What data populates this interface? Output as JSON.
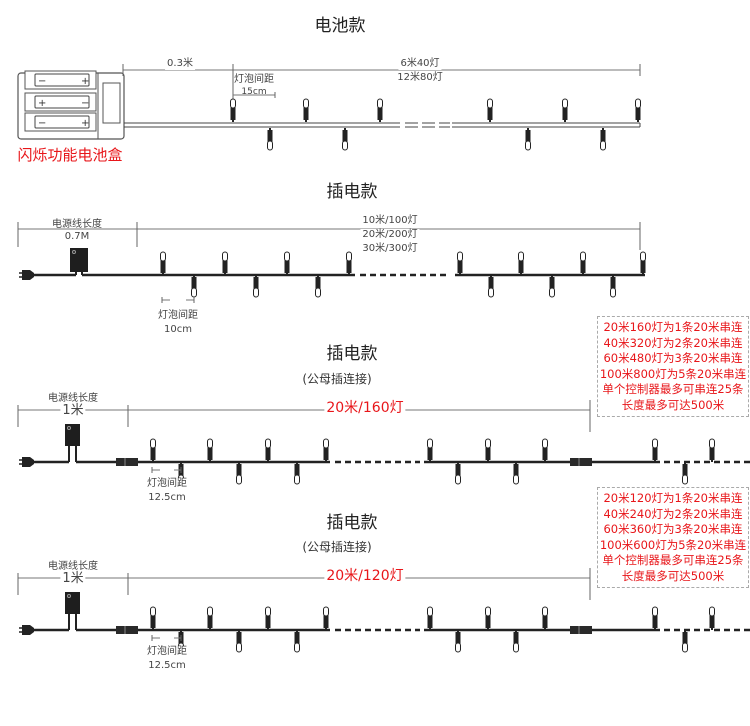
{
  "battery_section": {
    "title": "电池款",
    "lead_length": "0.3米",
    "length_line1": "6米40灯",
    "length_line2": "12米80灯",
    "spacing_label": "灯泡间距",
    "spacing_value": "15cm",
    "battery_box_label": "闪烁功能电池盒"
  },
  "plug_section": {
    "title": "插电款",
    "cord_label": "电源线长度",
    "cord_length": "0.7M",
    "length_options": [
      "10米/100灯",
      "20米/200灯",
      "30米/300灯"
    ],
    "spacing_label": "灯泡间距",
    "spacing_value": "10cm"
  },
  "connectable_160": {
    "title": "插电款",
    "subtitle": "(公母插连接)",
    "cord_label": "电源线长度",
    "cord_length": "1米",
    "length": "20米/160灯",
    "spacing_label": "灯泡间距",
    "spacing_value": "12.5cm",
    "notes": [
      "20米160灯为1条20米串连",
      "40米320灯为2条20米串连",
      "60米480灯为3条20米串连",
      "100米800灯为5条20米串连",
      "单个控制器最多可串连25条",
      "长度最多可达500米"
    ]
  },
  "connectable_120": {
    "title": "插电款",
    "subtitle": "(公母插连接)",
    "cord_label": "电源线长度",
    "cord_length": "1米",
    "length": "20米/120灯",
    "spacing_label": "灯泡间距",
    "spacing_value": "12.5cm",
    "notes": [
      "20米120灯为1条20米串连",
      "40米240灯为2条20米串连",
      "60米360灯为3条20米串连",
      "100米600灯为5条20米串连",
      "单个控制器最多可串连25条",
      "长度最多可达500米"
    ]
  },
  "colors": {
    "accent": "#e8161a",
    "wire": "#222222"
  }
}
